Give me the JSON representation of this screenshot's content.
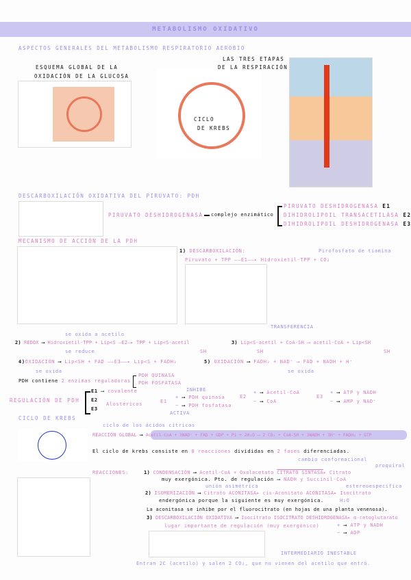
{
  "title": "METABOLISMO OXIDATIVO",
  "sec1": {
    "heading": "ASPECTOS GENERALES DEL METABOLISMO RESPIRATORIO AEROBIO",
    "esquema_1": "ESQUEMA GLOBAL DE LA",
    "esquema_2": "OXIDACIÓN DE LA GLUCOSA",
    "etapas_1": "LAS TRES ETAPAS",
    "etapas_2": "DE LA RESPIRACIÓN",
    "ciclo_1": "CICLO",
    "ciclo_2": "DE KREBS"
  },
  "sec2": {
    "heading": "DESCARBOXILACIÓN OXIDATIVA DEL PIRUVATO: PDH",
    "pdh": "PIRUVATO DESHIDROGENASA",
    "complejo": "complejo enzimático",
    "enzymes": [
      {
        "name": "PIRUVATO DESHIDROGENASA",
        "code": "E1"
      },
      {
        "name": "DIHIDROLIPOIL TRANSACETILASA",
        "code": "E2"
      },
      {
        "name": "DIHIDROLIPOIL DESHIDROGENASA",
        "code": "E3"
      }
    ]
  },
  "sec3": {
    "heading": "MECANISMO DE ACCIÓN DE LA PDH",
    "step1_num": "1)",
    "step1": "DESCARBOXILACIÓN:",
    "step1_eq_left": "Piruvato + TPP",
    "step1_enz": "E1",
    "step1_eq_right": "Hidroxietil-TPP + CO₂",
    "tpp_note": "Pirofosfato de tiamina",
    "transferencia": "TRANSFERENCIA",
    "oxida_acetilo": "se oxida a acetilo",
    "se_reduce": "se reduce",
    "step2_num": "2)",
    "step2": "REDOX",
    "step2_eq": "Hidroxietil-TPP + Lip",
    "s": "S",
    "sh": "SH",
    "step2_enz": "E2",
    "step2_res": "TPP + Lip",
    "s_acetil": "S-acetil",
    "step3_num": "3)",
    "lip": "Lip",
    "coash": "+ CoA-SH",
    "step3_res": "acetil-CoA + Lip",
    "step4_num": "4)",
    "step4": "OXIDACIÓN",
    "plus_fad": "+ FAD",
    "step4_enz": "E3",
    "step4_res_tail": "+ FADH₂",
    "se_oxida": "se oxida",
    "step5_num": "5)",
    "step5": "OXIDACIÓN",
    "step5_left": "FADH₂ + NAD⁺",
    "step5_right": "FAD + NADH + H⁺",
    "contiene_a": "PDH contiene",
    "contiene_b": "2 enzimas reguladoras",
    "quinasa": "PDH QUINASA",
    "fosfatasa": "PDH FOSFATASA",
    "regulacion": "REGULACIÓN DE PDH",
    "e1": "E1",
    "e2": "E2",
    "e3": "E3",
    "covalente": "covalente",
    "alostericos": "Alostéricos",
    "inhibe": "INHIBE",
    "activa": "ACTIVA",
    "plus": "+",
    "minus": "−",
    "pdh_quinasa": "PDH quinasa",
    "pdh_fosfatasa": "PDH fosfatasa",
    "acetil_coa": "Acetil-CoA",
    "coa": "CoA",
    "atp_nadh": "ATP y NADH",
    "amp_nad": "AMP y NAD⁺"
  },
  "sec4": {
    "heading": "CICLO DE KREBS",
    "alias": "ciclo de los ácidos cítricos",
    "global_label": "REACCIÓN GLOBAL",
    "global_eq": "Acetil-CoA + 3NAD⁺ + FAD + GDP + Pi + 2H₂O ⟶ 2 CO₂ + CoA-SH + 3NADH + 3H⁺ + FADH₂ + GTP",
    "intro_a": "El ciclo de krebs consiste en",
    "intro_b": "8 reacciones",
    "intro_c": "divididas en",
    "intro_d": "2 fases",
    "intro_e": "diferenciadas.",
    "reacciones": "REACCIONES:",
    "cambio": "cambio conformacional",
    "proquiral": "proquiral",
    "r1_num": "1)",
    "r1": "CONDENSACIÓN",
    "r1_eq": "Acetil-CoA + Oxalacetato",
    "r1_enz": "CITRATO SINTASA",
    "r1_prod": "Citrato",
    "r1_note": "muy exergónica. Pto. de regulación",
    "r1_reg": "NADH y Succinil-CoA",
    "union": "unión asimétrica",
    "estereo": "estereoespecífica",
    "r2_num": "2)",
    "r2": "ISOMERIZACIÓN",
    "r2_a": "Citrato",
    "r2_enz": "ACONITASA",
    "h2o": "H₂O",
    "r2_b": "cis-Aconitato",
    "r2_c": "Isocitrato",
    "r2_note": "endergónica porque la siguiente es muy exergónica.",
    "aconitasa_note": "La aconitasa se inhibe por el fluorocitrato (en hojas de una planta venenosa).",
    "r3_num": "3)",
    "r3": "DESCARBOXILACIÓN OXIDATIVA",
    "r3_a": "Isocitrato",
    "r3_enz": "ISOCITRATO DESHIDROGENASA",
    "r3_b": "α-cetoglutarato",
    "r3_note": "lugar importante de regulación (muy exergónico)",
    "atp": "ATP",
    "y_nadh": "y NADH",
    "adp": "ADP",
    "inestable": "INTERMEDIARIO INESTABLE",
    "entran": "Entran 2C (acetilo) y salen 2 CO₂, que no vienen del acetilo que entró."
  },
  "colors": {
    "pink": "#d77cc0",
    "lavender": "#9b8fe6",
    "header_bar": "#cbc6f2"
  }
}
